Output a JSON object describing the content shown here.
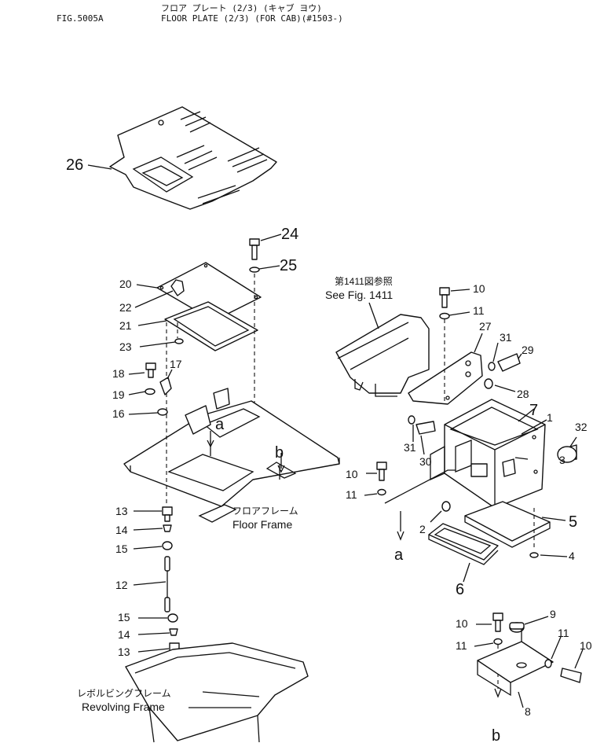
{
  "header": {
    "fig_no": "FIG.5005A",
    "title_jp": "フロア プレート (2/3) (キャブ ヨウ)",
    "title_en": "FLOOR PLATE (2/3) (FOR CAB)(#1503-)"
  },
  "labels": {
    "floor_frame_jp": "フロアフレーム",
    "floor_frame_en": "Floor Frame",
    "revolving_frame_jp": "レボルビングフレーム",
    "revolving_frame_en": "Revolving Frame",
    "see_fig_jp": "第1411図参照",
    "see_fig_en": "See Fig. 1411",
    "ref_a": "a",
    "ref_b": "b"
  },
  "part_numbers": {
    "p1": "1",
    "p2": "2",
    "p3": "3",
    "p4": "4",
    "p5": "5",
    "p6": "6",
    "p7": "7",
    "p8": "8",
    "p9": "9",
    "p10": "10",
    "p11": "11",
    "p12": "12",
    "p13": "13",
    "p14": "14",
    "p15": "15",
    "p16": "16",
    "p17": "17",
    "p18": "18",
    "p19": "19",
    "p20": "20",
    "p21": "21",
    "p22": "22",
    "p23": "23",
    "p24": "24",
    "p25": "25",
    "p26": "26",
    "p27": "27",
    "p28": "28",
    "p29": "29",
    "p30": "30",
    "p31": "31",
    "p32": "32"
  }
}
